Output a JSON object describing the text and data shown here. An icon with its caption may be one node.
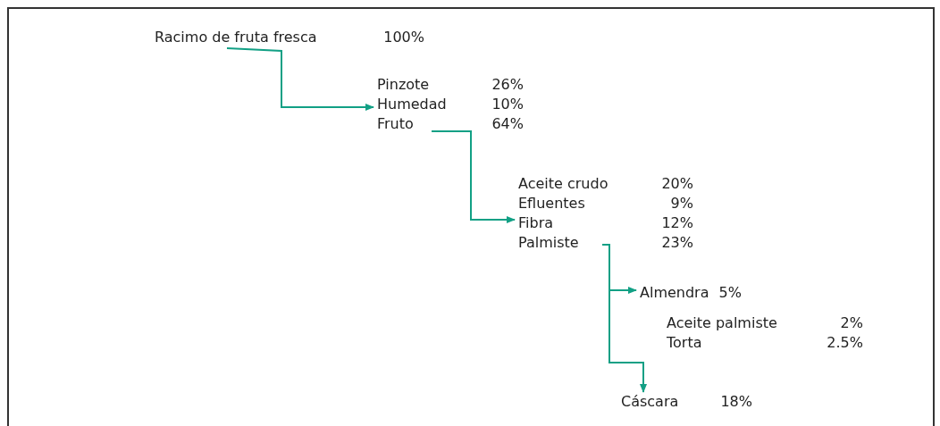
{
  "diagram": {
    "nodes": [
      {
        "text": [
          "Racimo de fruta fresca",
          "100%"
        ]
      },
      {
        "text": [
          "Humedad",
          "10%"
        ]
      },
      {
        "text": [
          "Fruto",
          "64%"
        ]
      },
      {
        "text": [
          "Fibra",
          "12%"
        ]
      },
      {
        "text": [
          "Palmiste",
          "23%"
        ]
      },
      {
        "text": [
          "Almendra",
          "5%"
        ]
      },
      {
        "text": [
          "Cáscara",
          "18%"
        ]
      }
    ],
    "edges": [
      {
        "from": 0,
        "to": 1,
        "arrow": "to"
      },
      {
        "from": 2,
        "to": 3,
        "arrow": "to"
      },
      {
        "from": 4,
        "to": 5,
        "arrow": "to"
      },
      {
        "from": 4,
        "to": 6,
        "arrow": "to"
      }
    ],
    "labels": [
      "Pinzote",
      "26%",
      "Aceite crudo",
      "20%",
      "Efluentes",
      "9%",
      "Aceite palmiste",
      "2%",
      "Torta",
      "2.5%"
    ]
  }
}
